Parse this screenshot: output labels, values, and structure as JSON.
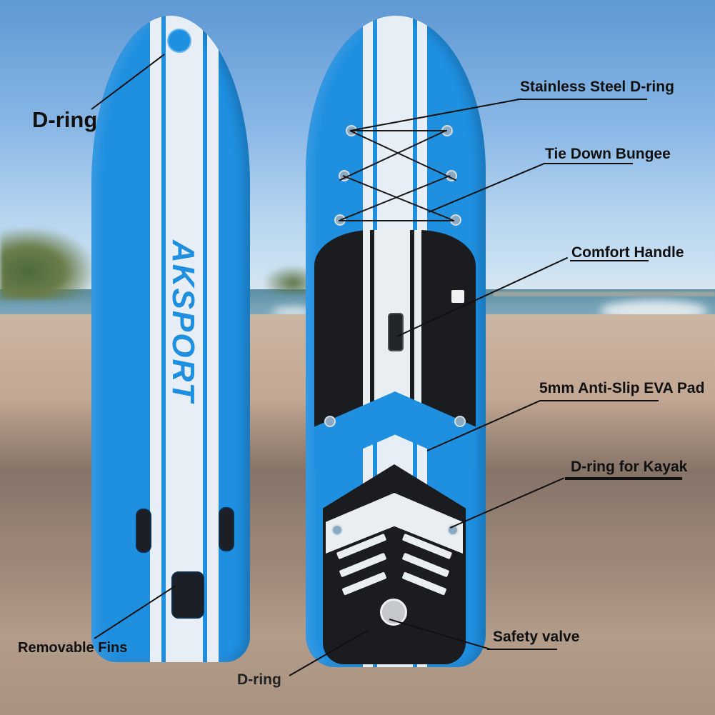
{
  "image": {
    "description": "Two inflatable stand-up paddle boards (bottom and top views) on a beach with labeled feature callouts",
    "brand_text": "AKSPORT",
    "colors": {
      "board_blue": "#1f8fe0",
      "stripe_white": "#e7eef6",
      "pad_black": "#1b1c20",
      "label_text": "#111111",
      "sky": "#8ab8e6",
      "sand": "#b39c8a"
    }
  },
  "labels": {
    "top_d_ring": "D-ring",
    "stainless_steel_d_ring": "Stainless Steel D-ring",
    "tie_down_bungee": "Tie Down Bungee",
    "comfort_handle": "Comfort Handle",
    "eva_pad": "5mm Anti-Slip EVA Pad",
    "d_ring_kayak": "D-ring for Kayak",
    "safety_valve": "Safety valve",
    "removable_fins": "Removable Fins",
    "bottom_d_ring": "D-ring"
  }
}
